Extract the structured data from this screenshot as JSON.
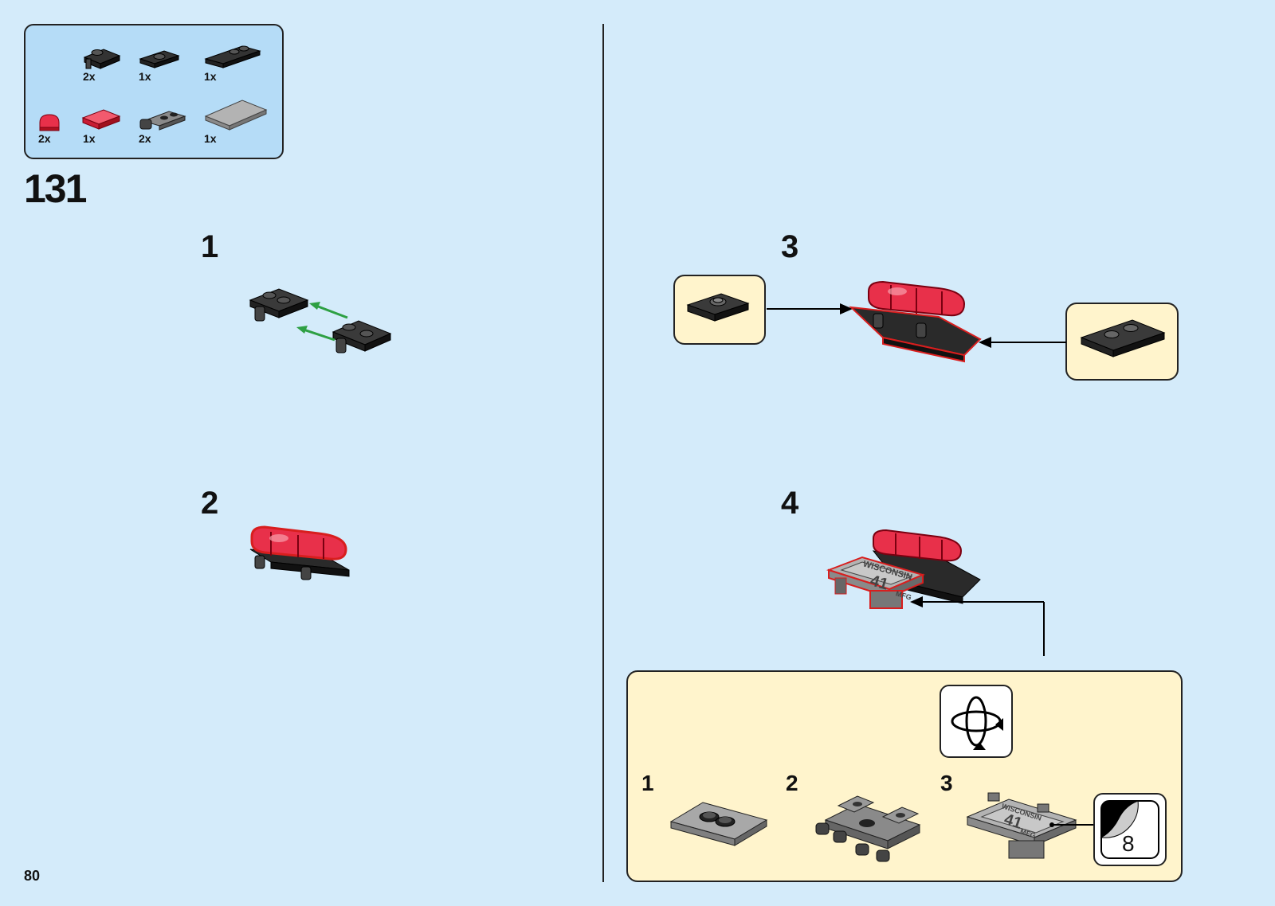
{
  "parts_list": {
    "row1": [
      {
        "qty": "2x",
        "icon": "plate-1x1-clip-black"
      },
      {
        "qty": "1x",
        "icon": "plate-1x2-jumper-black"
      },
      {
        "qty": "1x",
        "icon": "plate-1x3-black"
      }
    ],
    "row2": [
      {
        "qty": "2x",
        "icon": "tile-round-red-trans"
      },
      {
        "qty": "1x",
        "icon": "tile-1x2-red-trans"
      },
      {
        "qty": "2x",
        "icon": "plate-hinge-dark-grey"
      },
      {
        "qty": "1x",
        "icon": "plate-4x6-light-grey"
      }
    ]
  },
  "step_number": "131",
  "substeps": {
    "s1": "1",
    "s2": "2",
    "s3": "3",
    "s4": "4"
  },
  "subassembly": {
    "labels": [
      "1",
      "2",
      "3"
    ],
    "sticker_number": "8",
    "sticker_text": [
      "WISCONSIN",
      "41",
      "MFG"
    ]
  },
  "page_number": "80",
  "colors": {
    "background": "#d4ebfa",
    "parts_box": "#b5dcf7",
    "callout": "#fff4cc",
    "arrow_green": "#2ea043",
    "trans_red": "#e8304a",
    "outline_red": "#d81e1e"
  }
}
